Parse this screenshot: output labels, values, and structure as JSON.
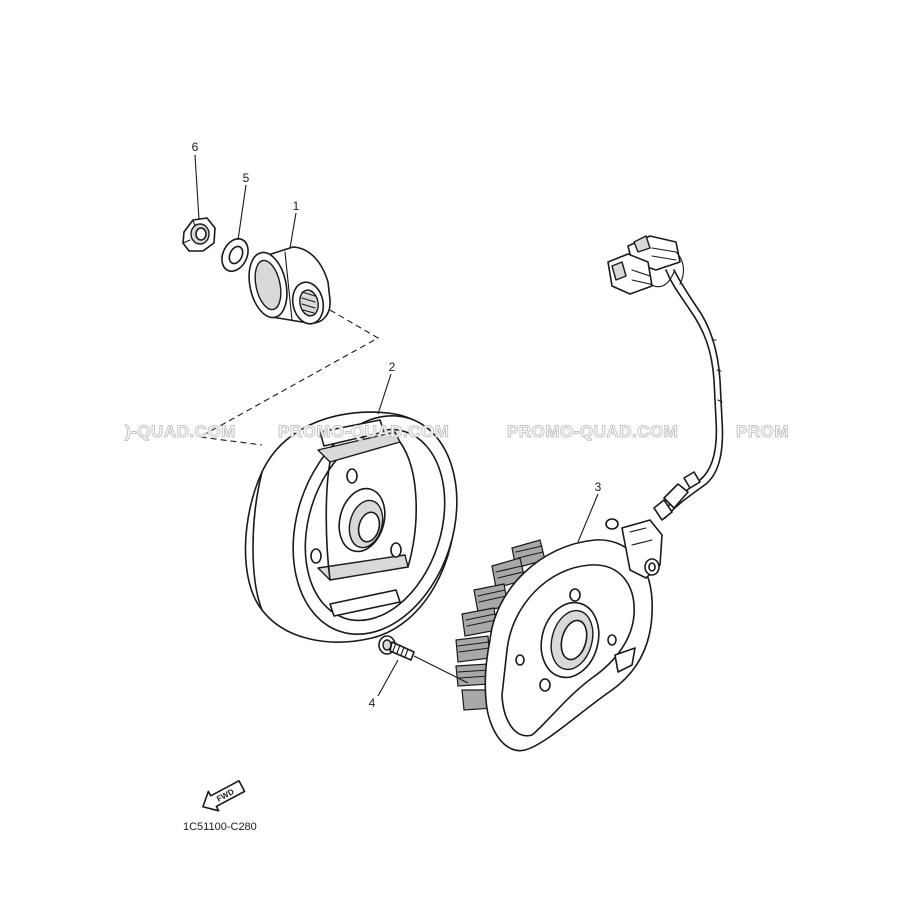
{
  "diagram": {
    "part_callouts": [
      "1",
      "2",
      "3",
      "4",
      "5",
      "6"
    ],
    "diagram_code": "1C51100-C280",
    "direction_marker": "FWD"
  },
  "watermark": {
    "segments": [
      ")-QUAD.COM",
      "PROMO-QUAD.COM",
      "PROMO-QUAD.COM",
      "PROM"
    ]
  }
}
